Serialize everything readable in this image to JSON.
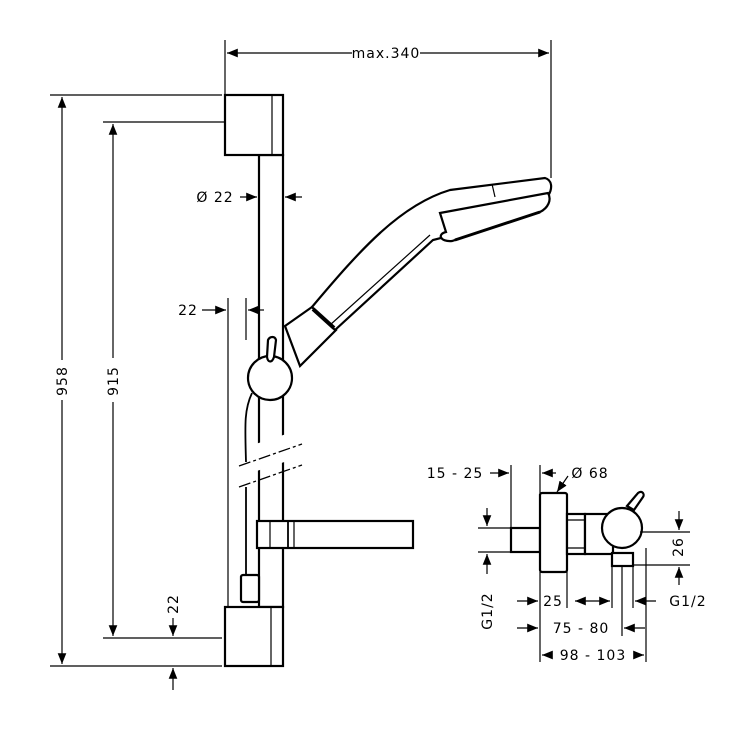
{
  "drawing": {
    "dimensions": {
      "max_reach": "max.340",
      "total_height": "958",
      "rail_length": "915",
      "rail_diameter": "Ø 22",
      "wall_offset": "22",
      "bottom_offset": "22",
      "wall_plate_thickness": "15 - 25",
      "wall_plate_diameter": "Ø 68",
      "outlet_height": "26",
      "inlet_thread": "G1/2",
      "body_spacing": "25",
      "outlet_thread": "G1/2",
      "outlet_distance": "75 - 80",
      "overall_depth": "98 - 103"
    }
  }
}
